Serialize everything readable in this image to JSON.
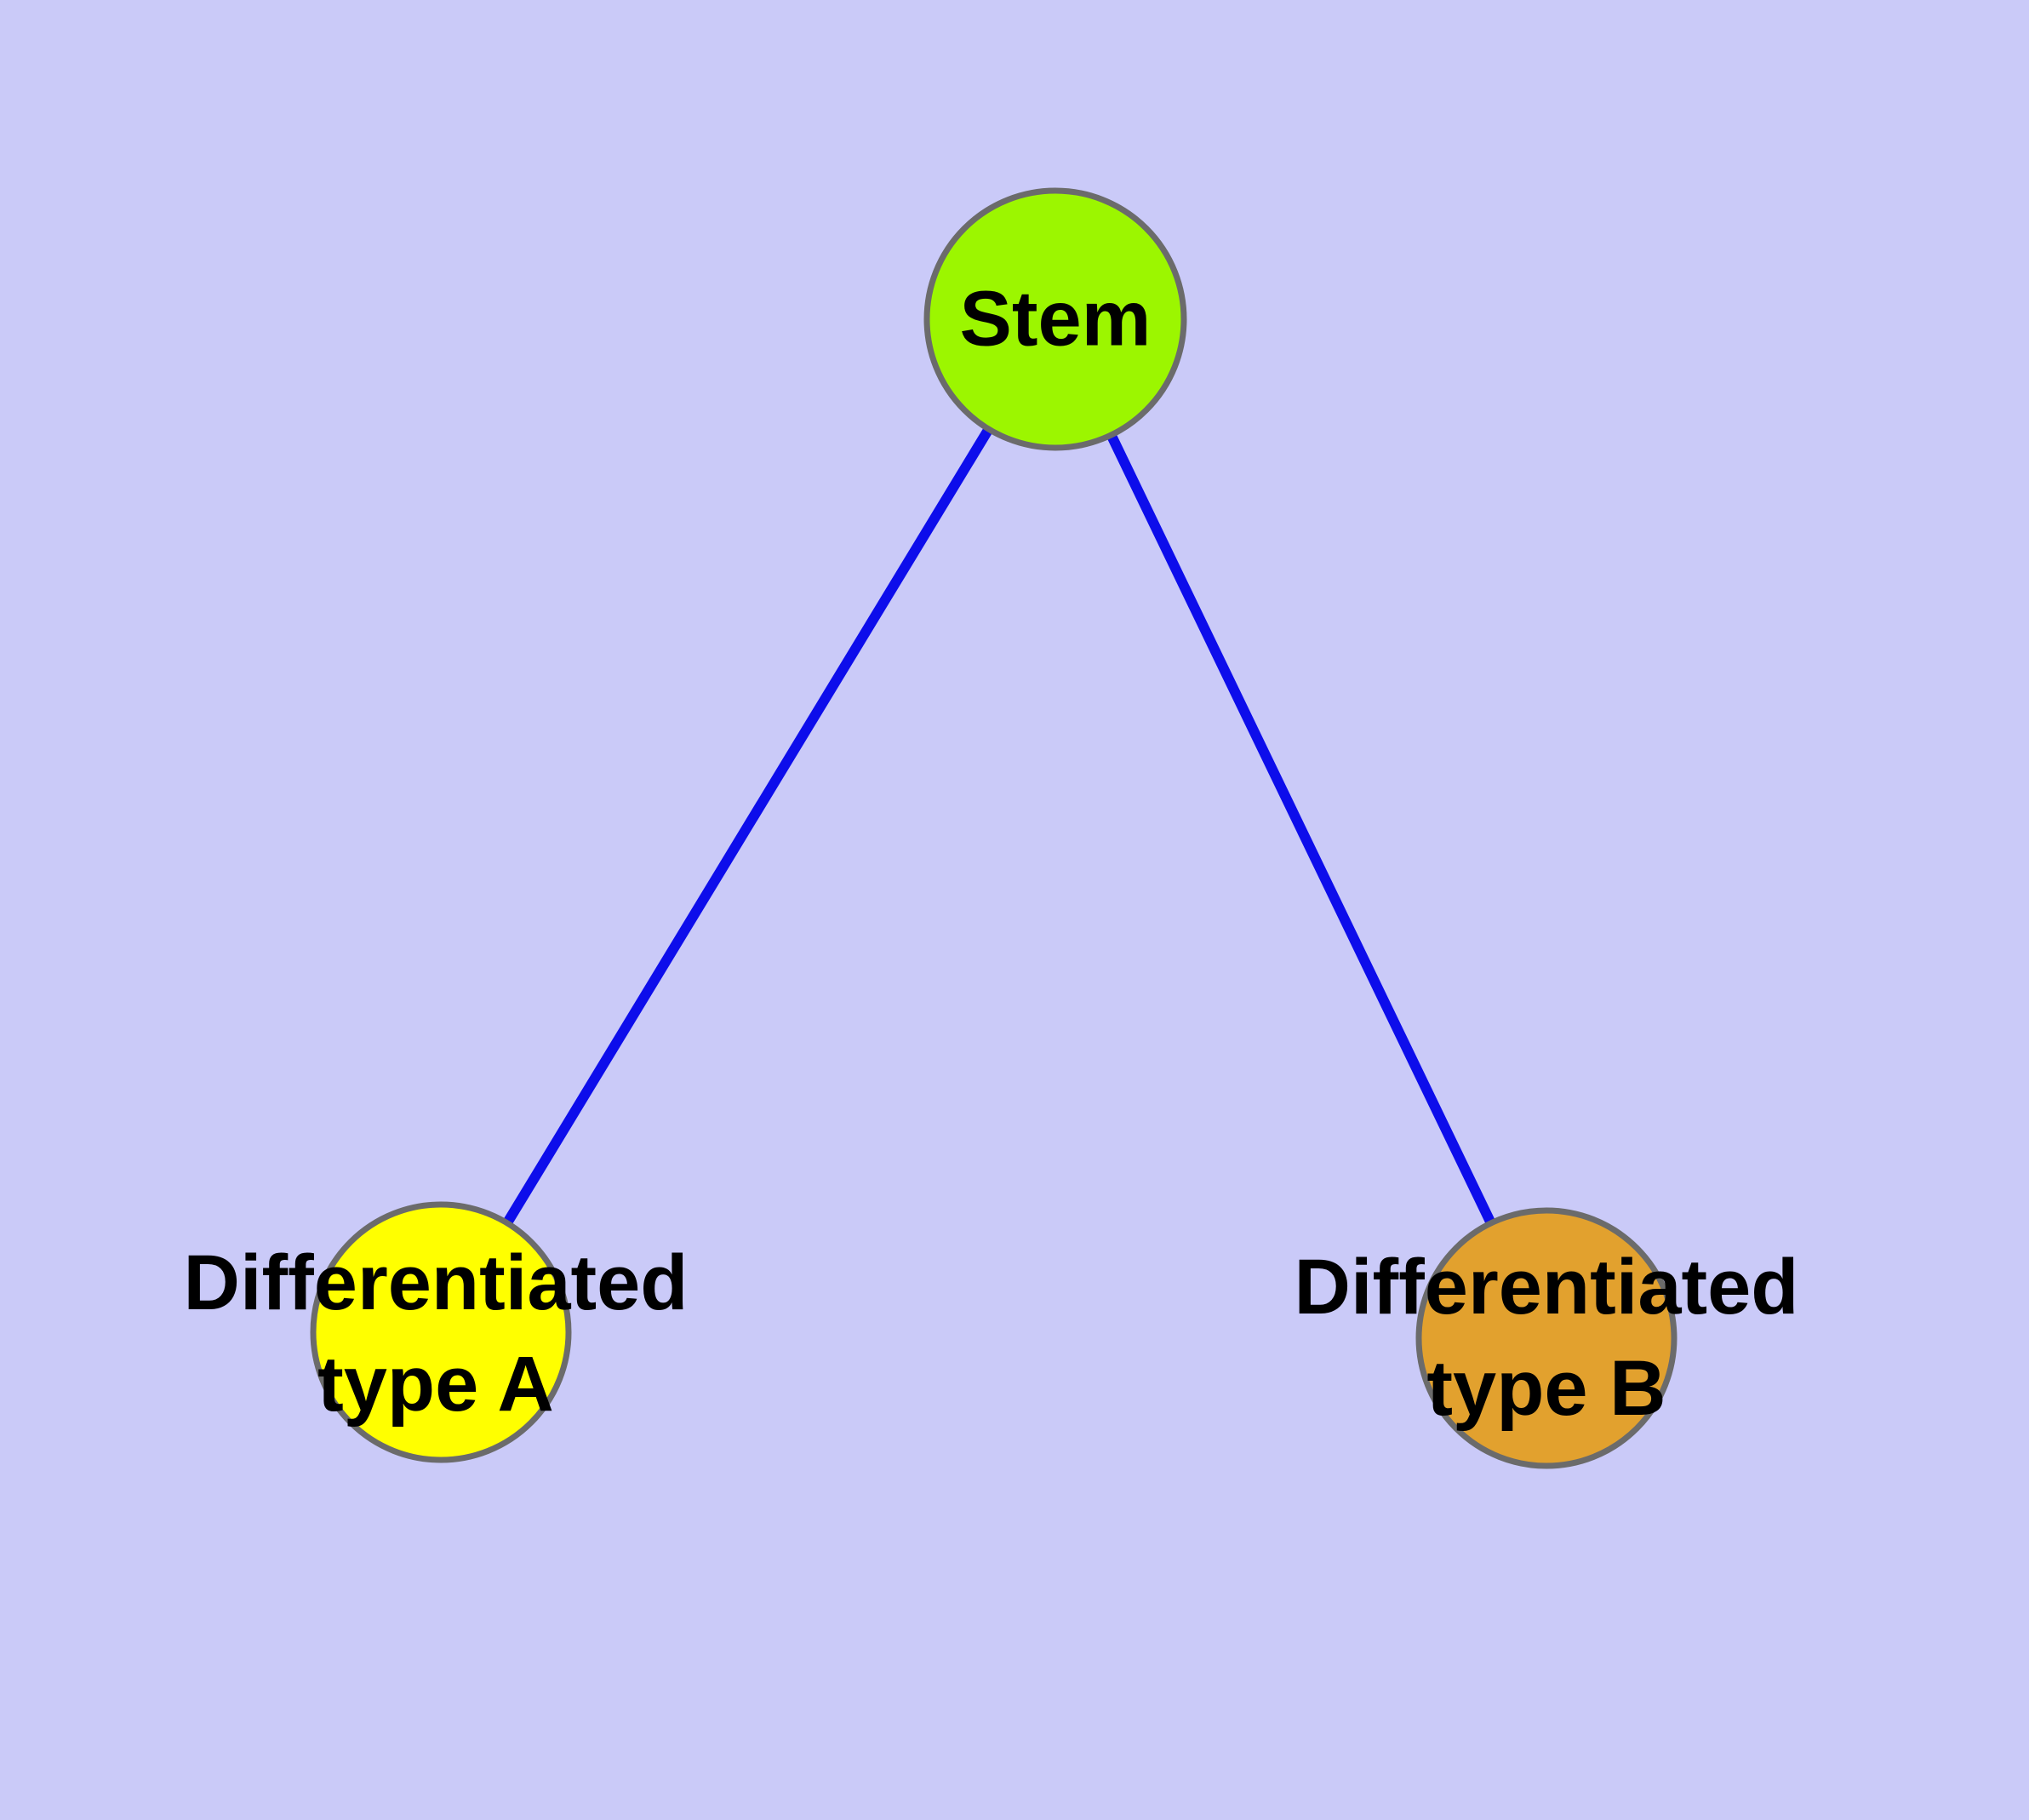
{
  "diagram": {
    "type": "graph",
    "description": "Cell differentiation tree: stem node with two differentiated child types",
    "style": {
      "background_color": "#CACAF8",
      "edge_color": "#0D0DEB",
      "node_border_color": "#6B6B6B",
      "label_color": "#000000",
      "node_colors": {
        "stem": "#9CF600",
        "differentiated_type_a": "#FFFF00",
        "differentiated_type_b": "#E2A12E"
      }
    },
    "nodes": [
      {
        "id": "stem",
        "label": "Stem",
        "label_lines": [
          "Stem"
        ],
        "color": "#9CF600"
      },
      {
        "id": "differentiated-type-a",
        "label": "Differentiated type A",
        "label_lines": [
          "Differentiated",
          "type A"
        ],
        "color": "#FFFF00"
      },
      {
        "id": "differentiated-type-b",
        "label": "Differentiated type B",
        "label_lines": [
          "Differentiated",
          "type B"
        ],
        "color": "#E2A12E"
      }
    ],
    "edges": [
      {
        "from": "stem",
        "to": "differentiated-type-a"
      },
      {
        "from": "stem",
        "to": "differentiated-type-b"
      }
    ]
  }
}
